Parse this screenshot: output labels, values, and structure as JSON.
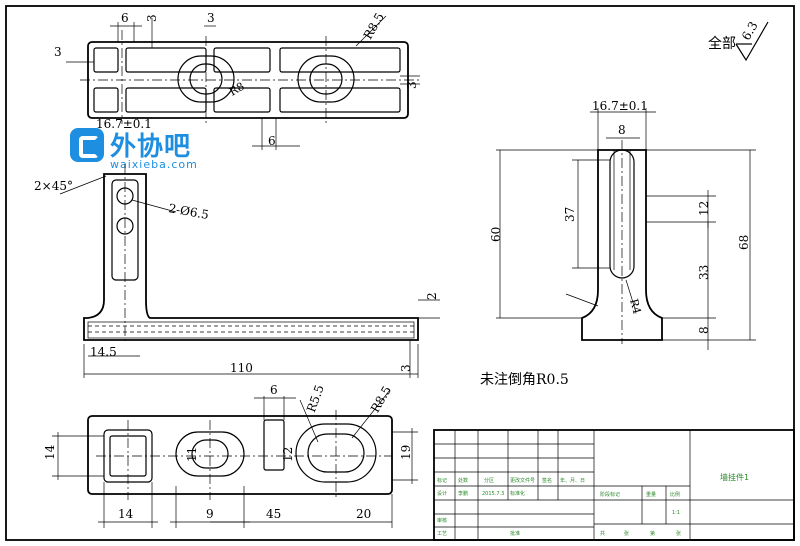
{
  "watermark": {
    "brand": "外协吧",
    "site": "waixieba.com"
  },
  "surface_finish": {
    "label": "全部",
    "value": "6.3"
  },
  "note": "未注倒角R0.5",
  "top_view": {
    "dims": {
      "d6": "6",
      "d3a": "3",
      "d3b": "3",
      "r85": "R8.5",
      "d3left": "3",
      "d3right": "3",
      "d6bottom": "6",
      "r8": "R8"
    }
  },
  "front_view": {
    "dims": {
      "w167": "16.7±0.1",
      "chamfer": "2×45°",
      "holes": "2-Ø6.5",
      "d2": "2",
      "d145": "14.5",
      "d110": "110",
      "d3": "3"
    }
  },
  "side_view": {
    "dims": {
      "w167": "16.7±0.1",
      "d8top": "8",
      "d60": "60",
      "d37": "37",
      "d12": "12",
      "d68": "68",
      "d33": "33",
      "r4": "R4",
      "d8bottom": "8"
    }
  },
  "bottom_view": {
    "dims": {
      "d6": "6",
      "r55": "R5.5",
      "r85": "R8.5",
      "d14": "14",
      "d11": "11",
      "d12": "12",
      "d19": "19",
      "d14b": "14",
      "d9": "9",
      "d45": "45",
      "d20": "20"
    }
  },
  "title_block": {
    "part_name": "墙挂件1",
    "labels": {
      "mark": "标记",
      "count": "处数",
      "zone": "分区",
      "doc_no": "更改文件号",
      "sign": "签名",
      "date": "年、月、日",
      "design": "设计",
      "designer": "李鹏",
      "design_date": "2015.7.3",
      "std": "标准化",
      "stage_mark": "阶段标记",
      "weight": "重量",
      "scale": "比例",
      "scale_value": "1:1",
      "review": "审核",
      "process": "工艺",
      "approve": "批准",
      "sheets_total": "共",
      "sheet": "张",
      "sheet_of": "第",
      "sheet_end": "张"
    }
  }
}
